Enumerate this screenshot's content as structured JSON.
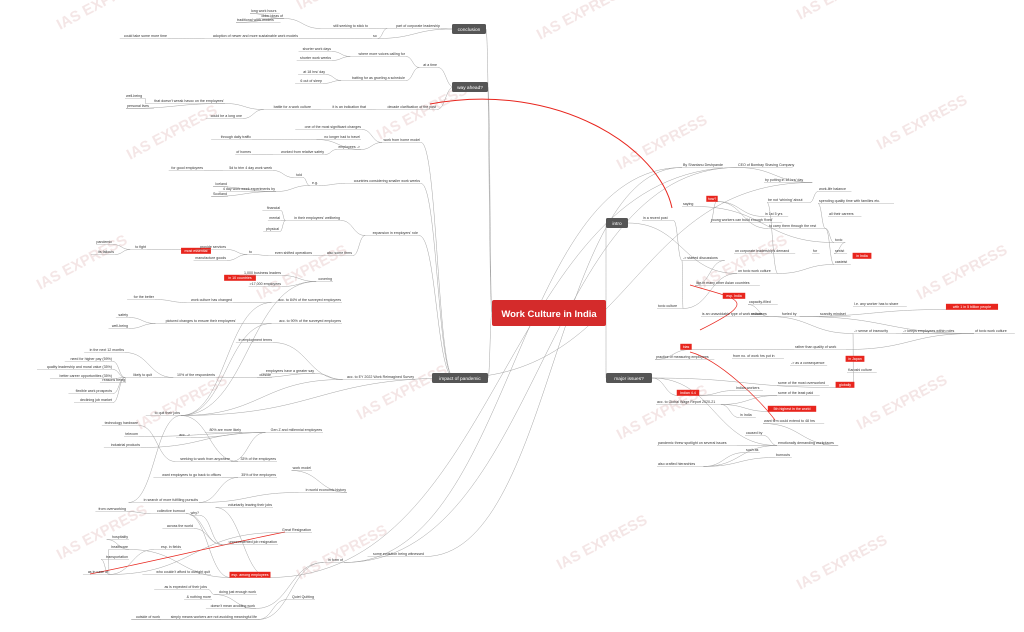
{
  "root": {
    "title": "Work Culture in India"
  },
  "watermark": "IAS EXPRESS",
  "colors": {
    "root_fill": "#d42b2b",
    "branch_fill": "#555555",
    "highlight": "#e8251d",
    "line": "#9a9a9a",
    "curve": "#e8251d"
  },
  "branches": {
    "conclusion": "conclusion",
    "way_ahead": "way ahead?",
    "impact": "impact of pandemic",
    "intro": "intro",
    "major_issues": "major issues?"
  },
  "nodes": [
    {
      "text": "long work hours"
    },
    {
      "text": "traditional work models"
    },
    {
      "text": "older ideas of"
    },
    {
      "text": "still seeking to stick to"
    },
    {
      "text": "part of corporate leadership"
    },
    {
      "text": "could take some more time"
    },
    {
      "text": "adoption of newer and more sustainable work models"
    },
    {
      "text": "so"
    },
    {
      "text": "shorter work days"
    },
    {
      "text": "shorter work weeks"
    },
    {
      "text": "where more voices calling for"
    },
    {
      "text": "at a time"
    },
    {
      "text": "at 18 hrs/ day"
    },
    {
      "text": "6 out of sleep"
    },
    {
      "text": "batting for as grueling a schedule"
    },
    {
      "text": "well-being"
    },
    {
      "text": "personal lives"
    },
    {
      "text": "that doesn't wreak havoc on the employees'"
    },
    {
      "text": "could be a long one"
    },
    {
      "text": "battle for a work culture"
    },
    {
      "text": "it is an indication that"
    },
    {
      "text": "decade clarification of the post"
    },
    {
      "text": "one of the most significant changes"
    },
    {
      "text": "no longer had to travel"
    },
    {
      "text": "through daily traffic"
    },
    {
      "text": "of homes"
    },
    {
      "text": "worked from relative safety"
    },
    {
      "text": "employees ->"
    },
    {
      "text": "work from home model"
    },
    {
      "text": "for good employees"
    },
    {
      "text": "5d to trim 4 day work week"
    },
    {
      "text": "told"
    },
    {
      "text": "Iceland"
    },
    {
      "text": "Scotland"
    },
    {
      "text": "4 day work week experiments by"
    },
    {
      "text": "e.g."
    },
    {
      "text": "countries considering smaller work weeks"
    },
    {
      "text": "financial"
    },
    {
      "text": "mental"
    },
    {
      "text": "physical"
    },
    {
      "text": "in their employees' wellbeing"
    },
    {
      "text": "expansion in employers' role"
    },
    {
      "text": "pandemic"
    },
    {
      "text": "its fallouts"
    },
    {
      "text": "to fight"
    },
    {
      "text": "most essential"
    },
    {
      "text": "provide services"
    },
    {
      "text": "manufacture goods"
    },
    {
      "text": "to"
    },
    {
      "text": "even shifted operations"
    },
    {
      "text": "also some firms"
    },
    {
      "text": "in 10 countries"
    },
    {
      "text": "1,000 business leaders"
    },
    {
      "text": ">17,000 employees"
    },
    {
      "text": "covering"
    },
    {
      "text": "for the better"
    },
    {
      "text": "work culture has changed"
    },
    {
      "text": "acc. to 84% of the surveyed employees"
    },
    {
      "text": "safety"
    },
    {
      "text": "well-being"
    },
    {
      "text": "pictured changes to ensure their employees'"
    },
    {
      "text": "acc. to 90% of the surveyed employers"
    },
    {
      "text": "in employment terms"
    },
    {
      "text": "in the next 12 months"
    },
    {
      "text": "need for higher pay (59%)"
    },
    {
      "text": "quality leadership and moral value (35%)"
    },
    {
      "text": "better career opportunities (35%)"
    },
    {
      "text": "flexible work prospects"
    },
    {
      "text": "declining job market"
    },
    {
      "text": "reasons being"
    },
    {
      "text": "likely to quit"
    },
    {
      "text": "10% of the respondents"
    },
    {
      "text": "outside"
    },
    {
      "text": "employees have a greater say"
    },
    {
      "text": "acc. to EY 2022 Work Reimagined Survey"
    },
    {
      "text": "to quit their jobs"
    },
    {
      "text": "technology hardware"
    },
    {
      "text": "telecom"
    },
    {
      "text": "industrial products"
    },
    {
      "text": "acc. ->"
    },
    {
      "text": "80% are more likely"
    },
    {
      "text": "Gen Z and millennial employees"
    },
    {
      "text": "seeking to work from anywhere"
    },
    {
      "text": "33% of the employees"
    },
    {
      "text": "want employees to go back to offices"
    },
    {
      "text": "35% of the employers"
    },
    {
      "text": "work model"
    },
    {
      "text": "in world economic history"
    },
    {
      "text": "in search of more fulfilling pursuits"
    },
    {
      "text": "voluntarily leaving their jobs"
    },
    {
      "text": "from overworking"
    },
    {
      "text": "collective burnout"
    },
    {
      "text": "why?"
    },
    {
      "text": "across the world"
    },
    {
      "text": "unprecedented job resignation"
    },
    {
      "text": "hospitality"
    },
    {
      "text": "healthcare"
    },
    {
      "text": "transportation"
    },
    {
      "text": "esp. in fields"
    },
    {
      "text": "Great Resignation"
    },
    {
      "text": "as in case of"
    },
    {
      "text": "who couldn't afford to outright quit"
    },
    {
      "text": "esp. among employees"
    },
    {
      "text": "as is expected of their jobs"
    },
    {
      "text": "doing just enough work"
    },
    {
      "text": "& nothing more"
    },
    {
      "text": "doesn't mean avoiding work"
    },
    {
      "text": "outside of work"
    },
    {
      "text": "simply means workers are not avoiding meaningful life"
    },
    {
      "text": "Quiet Quitting"
    },
    {
      "text": "in form of"
    },
    {
      "text": "some evolution being witnessed"
    },
    {
      "text": "By Shantanu Deshpande"
    },
    {
      "text": "CEO of Bombay Shaving Company"
    },
    {
      "text": "by putting in 18 hrs/ day"
    },
    {
      "text": "be not 'whining' about"
    },
    {
      "text": "work-life balance"
    },
    {
      "text": "spending quality time with families etc."
    },
    {
      "text": "how?"
    },
    {
      "text": "young workers can build enough 'fixed'"
    },
    {
      "text": "in 1st 5 yrs"
    },
    {
      "text": "all their careers"
    },
    {
      "text": "to carry them through the rest"
    },
    {
      "text": "saying"
    },
    {
      "text": "toxic"
    },
    {
      "text": "sexist"
    },
    {
      "text": "casteist"
    },
    {
      "text": "on corporate leadership's demand"
    },
    {
      "text": "for"
    },
    {
      "text": "in India"
    },
    {
      "text": "on toxic work culture"
    },
    {
      "text": "-> started discussions"
    },
    {
      "text": "in a recent post"
    },
    {
      "text": "like in many other Asian countries"
    },
    {
      "text": "toxic culture"
    },
    {
      "text": "esp. India"
    },
    {
      "text": "capacity-filled"
    },
    {
      "text": "resources"
    },
    {
      "text": "I.e. any worker has to share"
    },
    {
      "text": "with 1 in 5 billion people"
    },
    {
      "text": "is an unavoidable type of work culture"
    },
    {
      "text": "fueled by"
    },
    {
      "text": "scarcity mindset"
    },
    {
      "text": "-> sense of insecurity"
    },
    {
      "text": "-> keeps employees within roles"
    },
    {
      "text": "of toxic work culture"
    },
    {
      "text": "rather than quality of work"
    },
    {
      "text": "bias"
    },
    {
      "text": "practice of measuring employees"
    },
    {
      "text": "from no. of work hrs put in"
    },
    {
      "text": "-> as a consequence"
    },
    {
      "text": "in Japan"
    },
    {
      "text": "Karoshi culture"
    },
    {
      "text": "globally"
    },
    {
      "text": "Indian workers"
    },
    {
      "text": "Indian 4.4"
    },
    {
      "text": "some of the most overworked"
    },
    {
      "text": "some of the least paid"
    },
    {
      "text": "acc. to Global Wage Report 2020-21"
    },
    {
      "text": "5th highest in the world"
    },
    {
      "text": "in India"
    },
    {
      "text": "want firm could extend to 48 hrs"
    },
    {
      "text": "caused by"
    },
    {
      "text": "pandemic threw spotlight on several issues"
    },
    {
      "text": "emotionally demanding workplaces"
    },
    {
      "text": "such as"
    },
    {
      "text": "burnouts"
    },
    {
      "text": "also crafted hierarchies"
    }
  ]
}
